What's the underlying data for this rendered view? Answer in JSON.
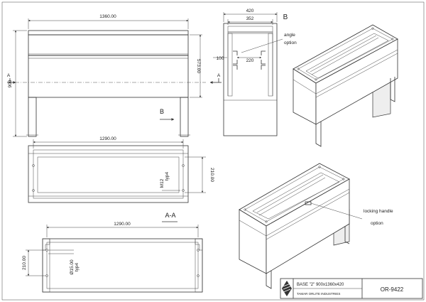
{
  "front_view": {
    "width_dim": "1360.00",
    "body_height_dim": "573.00",
    "total_height_dim": "900",
    "section_mark_left": "A",
    "section_mark_right": "A",
    "view_arrow_label": "B"
  },
  "side_view": {
    "outer_width_dim": "420",
    "inner_width_dim": "352",
    "inner_depth_dim": "220",
    "offset_dim": "100",
    "view_label": "B",
    "angle_label": "angle",
    "angle_option_label": "option"
  },
  "top_view": {
    "length_dim": "1290.00",
    "depth_dim": "210.00",
    "bolt_label": "M12",
    "bolt_type_label": "typ4"
  },
  "section_view": {
    "title": "A-A",
    "length_dim": "1290.00",
    "depth_dim": "210.00",
    "hole_label": "Ø15.00",
    "hole_type_label": "typ4"
  },
  "iso_view": {
    "handle_label": "locking handle",
    "handle_option_label": "option"
  },
  "title_block": {
    "part_name": "BASE \"2\" 900x1360x420",
    "company": "TAMAR ORLITE INDUSTRIES",
    "drawing_number": "OR-9422"
  }
}
